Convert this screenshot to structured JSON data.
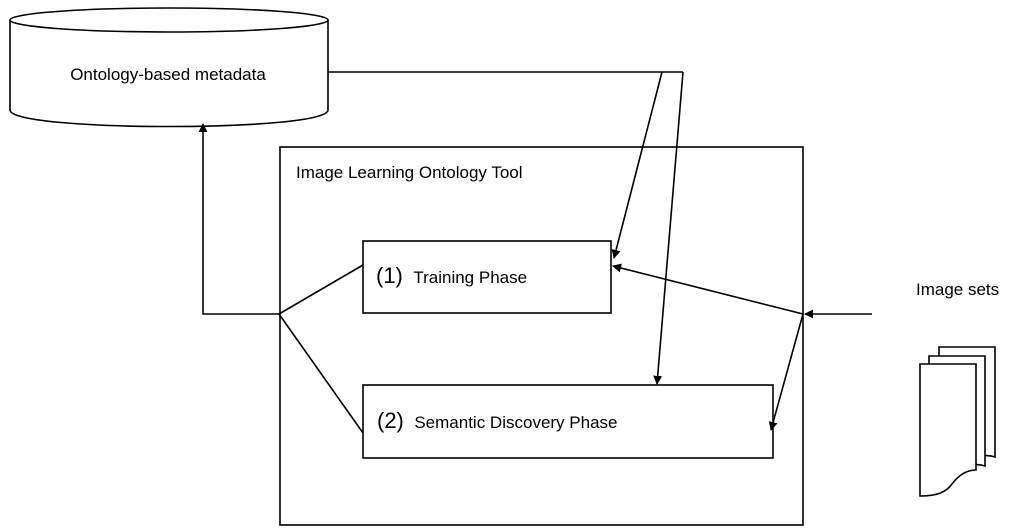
{
  "database": {
    "label": "Ontology-based metadata"
  },
  "tool": {
    "label": "Image Learning Ontology Tool"
  },
  "phases": [
    {
      "number": "(1)",
      "label": "Training Phase"
    },
    {
      "number": "(2)",
      "label": "Semantic Discovery Phase"
    }
  ],
  "input": {
    "label": "Image sets",
    "icon": "document-stack-icon"
  }
}
